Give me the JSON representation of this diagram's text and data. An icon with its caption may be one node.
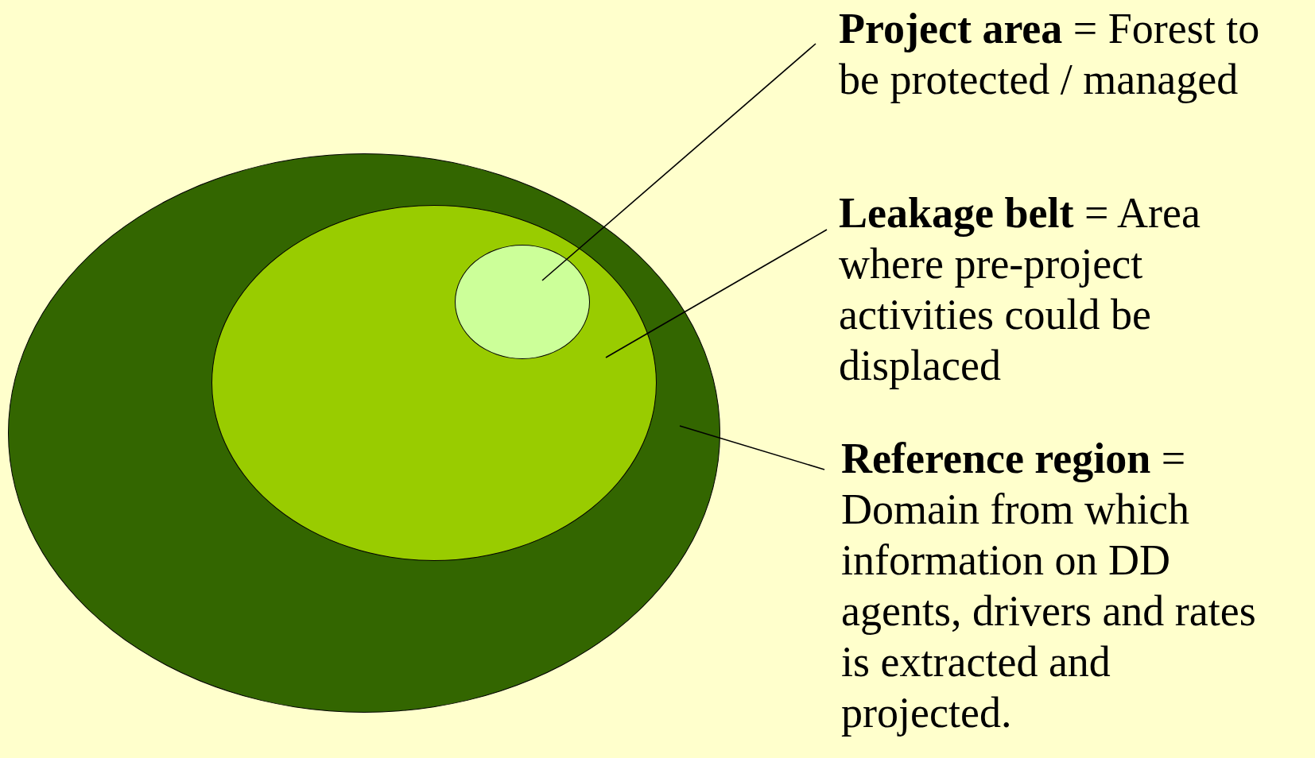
{
  "diagram": {
    "nodes": [
      {
        "text": [],
        "shape": "ellipse"
      },
      {
        "text": [],
        "shape": "ellipse",
        "in": 0
      },
      {
        "text": [],
        "shape": "ellipse",
        "in": 1
      },
      {
        "text": [
          "**Project area** = Forest to be protected / managed"
        ]
      },
      {
        "text": [
          "**Leakage belt** = Area where pre-project activities could be displaced"
        ]
      },
      {
        "text": [
          "**Reference region** = Domain from which information on DD agents, drivers and rates is extracted and projected."
        ]
      }
    ],
    "edges": [
      {
        "from": 3,
        "to": 2,
        "arrow": "none"
      },
      {
        "from": 4,
        "to": 1,
        "arrow": "none"
      },
      {
        "from": 5,
        "to": 0,
        "arrow": "none"
      }
    ]
  }
}
